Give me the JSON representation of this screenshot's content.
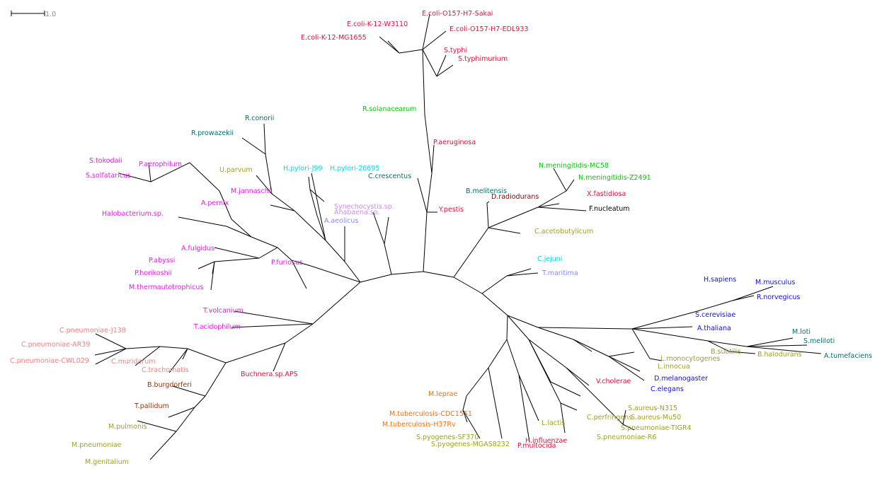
{
  "scale": {
    "label": "1.0"
  },
  "colors": {
    "red": "#e0103e",
    "magenta": "#e020e0",
    "teal": "#007070",
    "cyan": "#00d8e8",
    "green": "#10c010",
    "olive": "#a0a020",
    "brown": "#8b3a10",
    "darkred": "#800000",
    "salmon": "#f08080",
    "orange": "#f07010",
    "blue": "#1010e0",
    "lavender": "#8a8ae8",
    "violet": "#d08af0",
    "black": "#000000"
  },
  "taxa": [
    {
      "name": "E.coli-O157-H7-Sakai",
      "color": "red"
    },
    {
      "name": "E.coli-O157-H7-EDL933",
      "color": "red"
    },
    {
      "name": "E.coli-K-12-W3110",
      "color": "red"
    },
    {
      "name": "E.coli-K-12-MG1655",
      "color": "red"
    },
    {
      "name": "S.typhi",
      "color": "red"
    },
    {
      "name": "S.typhimurium",
      "color": "red"
    },
    {
      "name": "R.solanacearum",
      "color": "green"
    },
    {
      "name": "P.aeruginosa",
      "color": "red"
    },
    {
      "name": "R.conorii",
      "color": "teal"
    },
    {
      "name": "R.prowazekii",
      "color": "teal"
    },
    {
      "name": "S.tokodaii",
      "color": "magenta"
    },
    {
      "name": "P.aerophilum",
      "color": "magenta"
    },
    {
      "name": "S.solfataricus",
      "color": "magenta"
    },
    {
      "name": "H.pylori-J99",
      "color": "cyan"
    },
    {
      "name": "H.pylori-26695",
      "color": "cyan"
    },
    {
      "name": "U.parvum",
      "color": "olive"
    },
    {
      "name": "C.crescentus",
      "color": "teal"
    },
    {
      "name": "N.meningitidis-MC58",
      "color": "green"
    },
    {
      "name": "N.meningitidis-Z2491",
      "color": "green"
    },
    {
      "name": "M.jannaschii",
      "color": "magenta"
    },
    {
      "name": "B.melitensis",
      "color": "teal"
    },
    {
      "name": "D.radiodurans",
      "color": "darkred"
    },
    {
      "name": "X.fastidiosa",
      "color": "red"
    },
    {
      "name": "A.pernix",
      "color": "magenta"
    },
    {
      "name": "Synechocystis.sp.",
      "color": "violet"
    },
    {
      "name": "Anabaena.sp.",
      "color": "violet"
    },
    {
      "name": "Y.pestis",
      "color": "red"
    },
    {
      "name": "F.nucleatum",
      "color": "black"
    },
    {
      "name": "Halobacterium.sp.",
      "color": "magenta"
    },
    {
      "name": "A.aeolicus",
      "color": "lavender"
    },
    {
      "name": "C.acetobutylicum",
      "color": "olive"
    },
    {
      "name": "A.fulgidus",
      "color": "magenta"
    },
    {
      "name": "P.abyssi",
      "color": "magenta"
    },
    {
      "name": "C.jejuni",
      "color": "cyan"
    },
    {
      "name": "P.furiosus",
      "color": "magenta"
    },
    {
      "name": "P.horikoshii",
      "color": "magenta"
    },
    {
      "name": "T.maritima",
      "color": "lavender"
    },
    {
      "name": "H.sapiens",
      "color": "blue"
    },
    {
      "name": "M.musculus",
      "color": "blue"
    },
    {
      "name": "M.thermautotrophicus",
      "color": "magenta"
    },
    {
      "name": "R.norvegicus",
      "color": "blue"
    },
    {
      "name": "T.volcanium",
      "color": "magenta"
    },
    {
      "name": "S.cerevisiae",
      "color": "blue"
    },
    {
      "name": "T.acidophilum",
      "color": "magenta"
    },
    {
      "name": "A.thaliana",
      "color": "blue"
    },
    {
      "name": "M.loti",
      "color": "teal"
    },
    {
      "name": "C.pneumoniae-J138",
      "color": "salmon"
    },
    {
      "name": "S.meliloti",
      "color": "teal"
    },
    {
      "name": "C.pneumoniae-AR39",
      "color": "salmon"
    },
    {
      "name": "B.subtilis",
      "color": "olive"
    },
    {
      "name": "B.halodurans",
      "color": "olive"
    },
    {
      "name": "A.tumefaciens",
      "color": "teal"
    },
    {
      "name": "L.monocytogenes",
      "color": "olive"
    },
    {
      "name": "C.pneumoniae-CWL029",
      "color": "salmon"
    },
    {
      "name": "C.muridarum",
      "color": "salmon"
    },
    {
      "name": "L.innocua",
      "color": "olive"
    },
    {
      "name": "C.trachomatis",
      "color": "salmon"
    },
    {
      "name": "Buchnera.sp.APS",
      "color": "red"
    },
    {
      "name": "D.melanogaster",
      "color": "blue"
    },
    {
      "name": "V.cholerae",
      "color": "red"
    },
    {
      "name": "B.burgdorferi",
      "color": "brown"
    },
    {
      "name": "C.elegans",
      "color": "blue"
    },
    {
      "name": "M.leprae",
      "color": "orange"
    },
    {
      "name": "T.pallidum",
      "color": "brown"
    },
    {
      "name": "M.tuberculosis-CDC1551",
      "color": "orange"
    },
    {
      "name": "S.aureus-N315",
      "color": "olive"
    },
    {
      "name": "C.perfringens",
      "color": "olive"
    },
    {
      "name": "S.aureus-Mu50",
      "color": "olive"
    },
    {
      "name": "M.pulmonis",
      "color": "olive"
    },
    {
      "name": "M.tuberculosis-H37Rv",
      "color": "orange"
    },
    {
      "name": "L.lactis",
      "color": "olive"
    },
    {
      "name": "S.pneumoniae-TIGR4",
      "color": "olive"
    },
    {
      "name": "S.pyogenes-SF370",
      "color": "olive"
    },
    {
      "name": "S.pneumoniae-R6",
      "color": "olive"
    },
    {
      "name": "H.influenzae",
      "color": "red"
    },
    {
      "name": "S.pyogenes-MGAS8232",
      "color": "olive"
    },
    {
      "name": "M.pneumoniae",
      "color": "olive"
    },
    {
      "name": "P.multocida",
      "color": "red"
    },
    {
      "name": "M.genitalium",
      "color": "olive"
    }
  ]
}
